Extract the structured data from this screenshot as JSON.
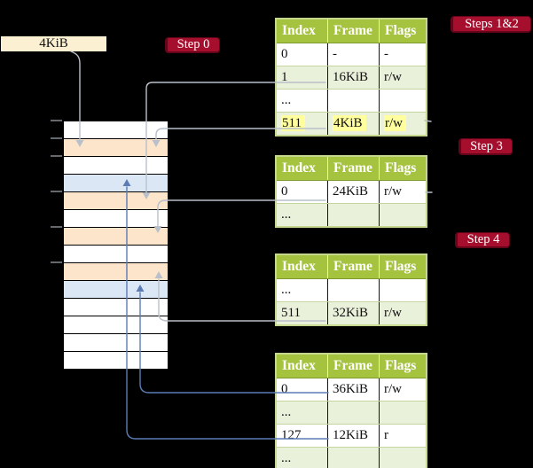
{
  "colors": {
    "background": "#000000",
    "cream_box_bg": "#fbf0d2",
    "badge_bg": "#a50f2d",
    "badge_edge": "#66051a",
    "badge_text": "#ffffff",
    "table_border": "#c5d88e",
    "header_bg": "#a5c33e",
    "header_text": "#ffffff",
    "row_alt_bg": "#eaf1da",
    "row_line": "#c4d5a0",
    "highlight_bg": "#ffff9e",
    "memory_orange": "#fce5cb",
    "memory_blue": "#dce7f6",
    "gray_arrow": "#b9c0ca",
    "blue_arrow": "#5b7cb4",
    "tick": "#99a1ab"
  },
  "frame_box": {
    "label": "4KiB"
  },
  "badges": {
    "step0": {
      "label": "Step 0"
    },
    "steps12": {
      "label": "Steps 1&2"
    },
    "step3": {
      "label": "Step 3"
    },
    "step4": {
      "label": "Step 4"
    }
  },
  "memory": {
    "row_colors": [
      "white",
      "orange",
      "white",
      "blue",
      "orange",
      "white",
      "orange",
      "white",
      "orange",
      "blue",
      "white",
      "white",
      "white",
      "white"
    ]
  },
  "tables": [
    {
      "step_label": "Steps 1&2",
      "columns": [
        "Index",
        "Frame",
        "Flags"
      ],
      "rows": [
        {
          "cells": [
            "0",
            "-",
            "-"
          ],
          "highlight": false
        },
        {
          "cells": [
            "1",
            "16KiB",
            "r/w"
          ],
          "highlight": false
        },
        {
          "cells": [
            "...",
            "",
            ""
          ],
          "highlight": false
        },
        {
          "cells": [
            "511",
            "4KiB",
            "r/w"
          ],
          "highlight": true
        }
      ]
    },
    {
      "step_label": "Step 3",
      "columns": [
        "Index",
        "Frame",
        "Flags"
      ],
      "rows": [
        {
          "cells": [
            "0",
            "24KiB",
            "r/w"
          ],
          "highlight": false
        },
        {
          "cells": [
            "...",
            "",
            ""
          ],
          "highlight": false
        }
      ]
    },
    {
      "step_label": "Step 4",
      "columns": [
        "Index",
        "Frame",
        "Flags"
      ],
      "rows": [
        {
          "cells": [
            "...",
            "",
            ""
          ],
          "highlight": false
        },
        {
          "cells": [
            "511",
            "32KiB",
            "r/w"
          ],
          "highlight": false
        }
      ]
    },
    {
      "step_label": "",
      "columns": [
        "Index",
        "Frame",
        "Flags"
      ],
      "rows": [
        {
          "cells": [
            "0",
            "36KiB",
            "r/w"
          ],
          "highlight": false
        },
        {
          "cells": [
            "...",
            "",
            ""
          ],
          "highlight": false
        },
        {
          "cells": [
            "127",
            "12KiB",
            "r"
          ],
          "highlight": false
        },
        {
          "cells": [
            "...",
            "",
            ""
          ],
          "highlight": false
        }
      ]
    }
  ]
}
